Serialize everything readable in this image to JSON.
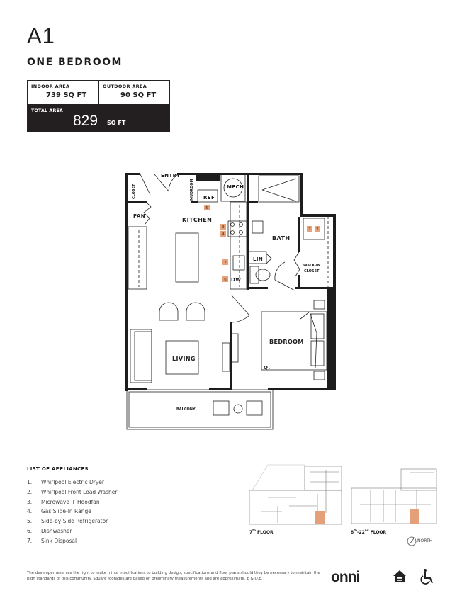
{
  "header": {
    "unit_code": "A1",
    "unit_type": "ONE BEDROOM"
  },
  "areas": {
    "indoor_label": "INDOOR AREA",
    "indoor_value": "739 SQ FT",
    "outdoor_label": "OUTDOOR AREA",
    "outdoor_value": "90 SQ FT",
    "total_label": "TOTAL AREA",
    "total_value": "829",
    "total_unit": "SQ FT"
  },
  "plan": {
    "rooms": {
      "entry": "ENTRY",
      "closet": "CLOSET",
      "mudroom": "MUDROOM",
      "ref": "REF",
      "mech": "MECH",
      "kitchen": "KITCHEN",
      "pan": "PAN",
      "bath": "BATH",
      "lin": "LIN",
      "walkin_1": "WALK-IN",
      "walkin_2": "CLOSET",
      "dw": "DW",
      "bedroom": "BEDROOM",
      "bed_size": "Q.",
      "living": "LIVING",
      "balcony": "BALCONY"
    },
    "markers": [
      "1",
      "2",
      "3",
      "4",
      "5",
      "6",
      "7"
    ],
    "marker_color": "#e8a27a"
  },
  "appliances": {
    "title": "LIST OF APPLIANCES",
    "items": [
      {
        "num": "1.",
        "name": "Whirlpool Electric Dryer"
      },
      {
        "num": "2.",
        "name": "Whirlpool Front Load Washer"
      },
      {
        "num": "3.",
        "name": "Microwave + Hoodfan"
      },
      {
        "num": "4.",
        "name": "Gas Slide-In Range"
      },
      {
        "num": "5.",
        "name": "Side-by-Side Refrigerator"
      },
      {
        "num": "6.",
        "name": "Dishwasher"
      },
      {
        "num": "7.",
        "name": "Sink Disposal"
      }
    ]
  },
  "keyplans": {
    "floor_a": {
      "base": "7",
      "sup": "th",
      "rest": " FLOOR"
    },
    "floor_b": {
      "base": "8",
      "sup": "th",
      "mid": "-22",
      "sup2": "nd",
      "rest": " FLOOR"
    },
    "north": "NORTH",
    "highlight_color": "#e3a07a"
  },
  "footer": {
    "disclaimer": "The developer reserves the right to make minor modifications to building design, specifications and floor plans should they be necessary to maintain the high standards of this community. Square footages are based on preliminary measurements and are approximate. E & O.E.",
    "brand": "onni"
  }
}
